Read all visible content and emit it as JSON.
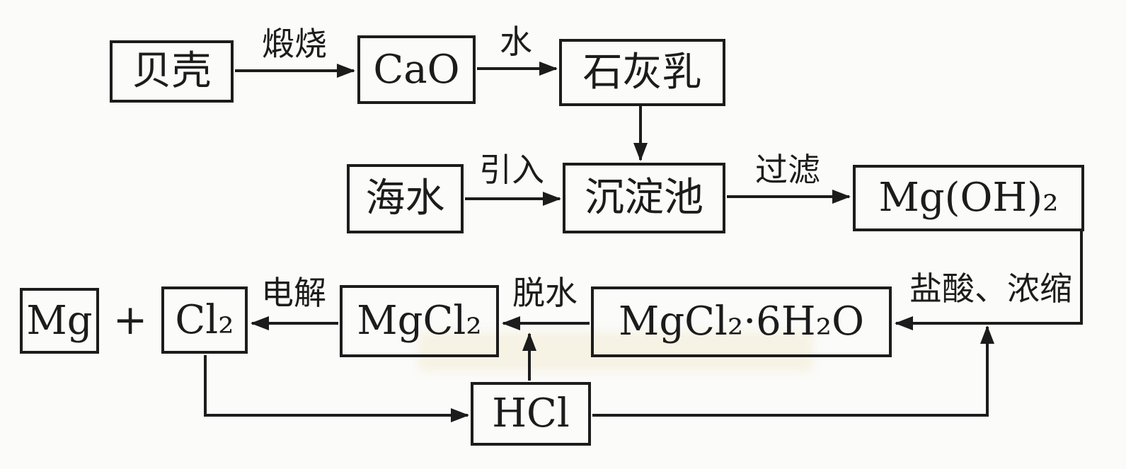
{
  "colors": {
    "ink": "#1c1c1c",
    "paper": "#fbfbfa"
  },
  "nodes": {
    "shells": "贝壳",
    "cao": "CaO",
    "lime_milk": "石灰乳",
    "seawater": "海水",
    "sedimentation_pool": "沉淀池",
    "mgoh2": "Mg(OH)₂",
    "mg": "Mg",
    "plus": "+",
    "cl2": "Cl₂",
    "mgcl2": "MgCl₂",
    "mgcl2_6h2o": "MgCl₂·6H₂O",
    "hcl": "HCl"
  },
  "edge_labels": {
    "calcination": "煅烧",
    "water": "水",
    "introduce": "引入",
    "filter": "过滤",
    "hcl_concentrate": "盐酸、浓缩",
    "dehydration": "脱水",
    "electrolysis": "电解"
  }
}
